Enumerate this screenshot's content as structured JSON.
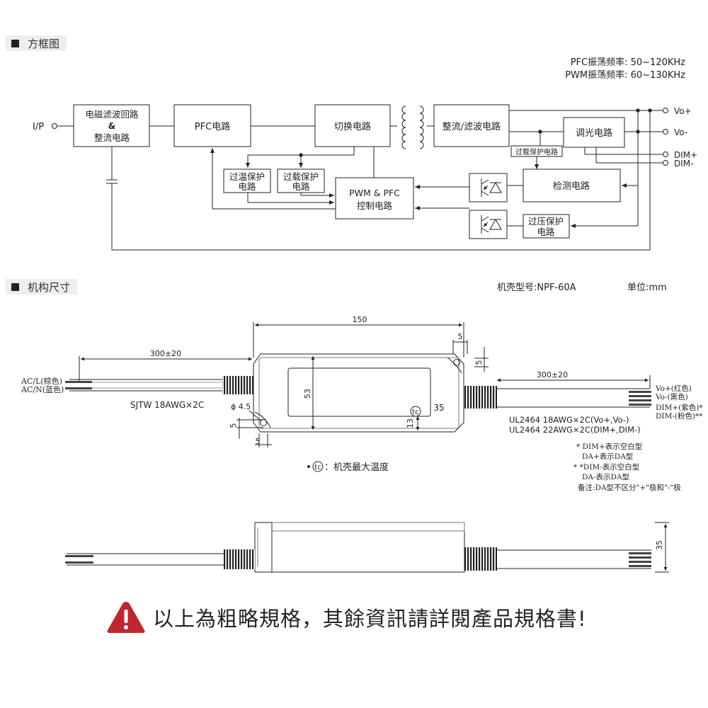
{
  "sections": {
    "block_diagram": "方框图",
    "dimensions": "机构尺寸"
  },
  "freq": {
    "pfc": "PFC振荡频率: 50~120KHz",
    "pwm": "PWM振荡频率: 60~130KHz"
  },
  "blocks": {
    "emi": [
      "电磁滤波回路",
      "&",
      "整流电路"
    ],
    "pfc": "PFC电路",
    "switch": "切换电路",
    "rectifier": "整流/滤波电路",
    "dimming": "调光电路",
    "overload_small": "过载保护电路",
    "otp": [
      "过温保护",
      "电路"
    ],
    "olp": [
      "过载保护",
      "电路"
    ],
    "pwm_pfc": [
      "PWM & PFC",
      "控制电路"
    ],
    "detect": "检测电路",
    "ovp": [
      "过压保护",
      "电路"
    ]
  },
  "terminals": {
    "input": "I/P",
    "vo_plus": "Vo+",
    "vo_minus": "Vo-",
    "dim_plus": "DIM+",
    "dim_minus": "DIM-"
  },
  "mech": {
    "case_model": "机壳型号:NPF-60A",
    "unit": "单位:mm",
    "dim_150": "150",
    "dim_300_left": "300±20",
    "dim_300_right": "300±20",
    "dim_53": "53",
    "dim_5_top": "5",
    "dim_5_right": "5",
    "dim_5_left": "5",
    "dim_5_bottom": "5",
    "dim_13": "13",
    "dim_35_front": "35",
    "dim_35_side": "35",
    "phi": "ϕ 4.5",
    "tc": "tc",
    "ac_l": "AC/L(棕色)",
    "ac_n": "AC/N(蓝色)",
    "input_cable": "SJTW 18AWG×2C",
    "out_cable_1": "UL2464 18AWG×2C(Vo+,Vo-)",
    "out_cable_2": "UL2464 22AWG×2C(DIM+,DIM-)",
    "out_vo_plus": "Vo+(红色)",
    "out_vo_minus": "Vo-(黑色)",
    "out_dim_plus": "DIM+(紫色)*",
    "out_dim_minus": "DIM-(粉色)**",
    "tc_note": "：机壳最大温度",
    "note1a": "* DIM+表示空白型",
    "note1b": "DA+表示DA型",
    "note2a": "* *DIM-表示空白型",
    "note2b": "DA-表示DA型",
    "note3": "备注:DA型不区分\"+\"极和\"-\"极"
  },
  "warning": {
    "icon": "warning-triangle-icon",
    "text": "以上為粗略規格，其餘資訊請詳閱產品規格書!",
    "color": "#c0272d"
  }
}
